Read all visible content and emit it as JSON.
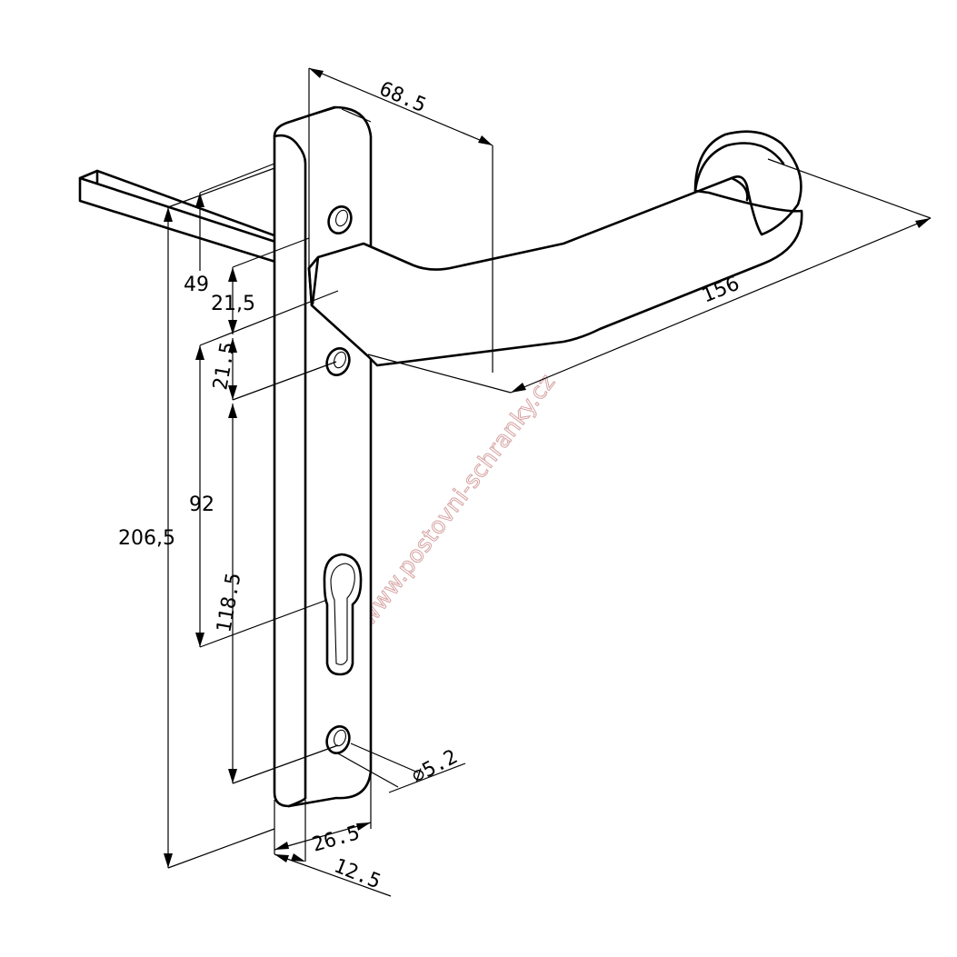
{
  "drawing": {
    "subject": "door lever handle on escutcheon plate",
    "dimensions": {
      "handle_projection": "68.5",
      "handle_length": "156",
      "handle_height": "49",
      "handle_to_top_hole": "21,5",
      "handle_to_second_hole": "21.5",
      "handle_to_cylinder": "92",
      "top_hole_to_bottom_hole": "118.5",
      "plate_height": "206,5",
      "hole_diameter": "⌀5.2",
      "plate_width": "26.5",
      "plate_thickness": "12.5"
    },
    "watermark": "www.postovni-schranky.cz"
  }
}
